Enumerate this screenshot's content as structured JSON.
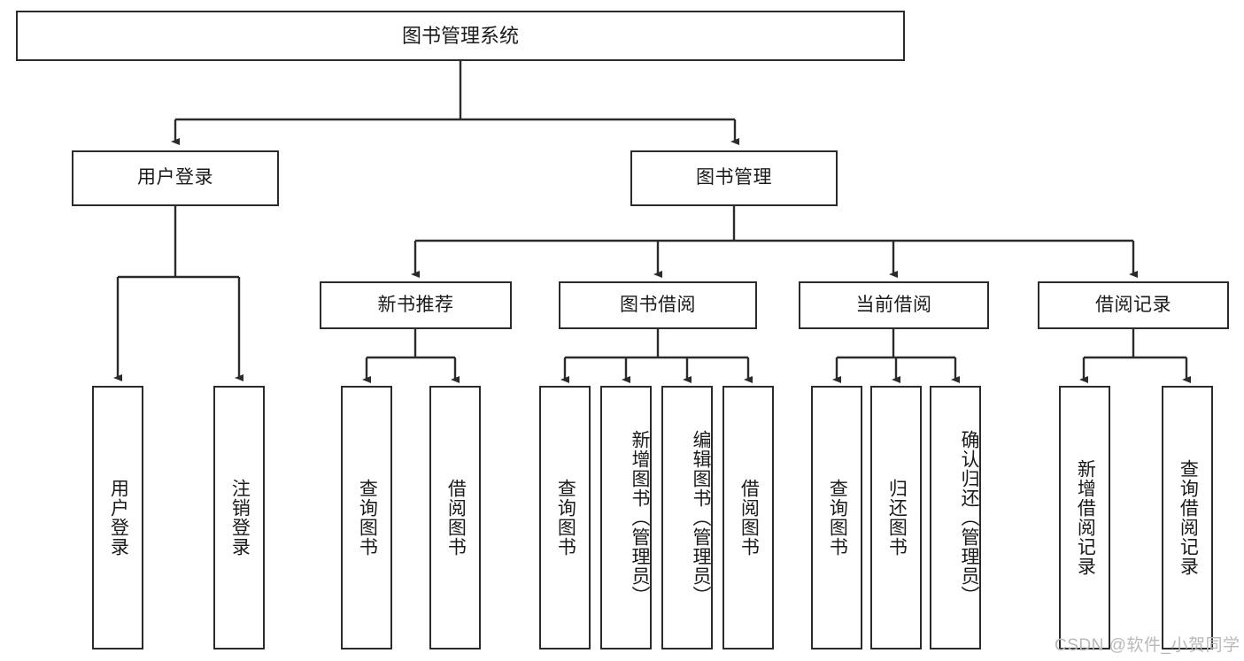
{
  "diagram": {
    "title": "图书管理系统",
    "type": "tree-hierarchy-diagram",
    "root": {
      "label": "图书管理系统",
      "id": "root"
    },
    "level2": [
      {
        "id": "user-login",
        "label": "用户登录"
      },
      {
        "id": "book-management",
        "label": "图书管理"
      }
    ],
    "level3": [
      {
        "id": "new-book-recommend",
        "label": "新书推荐",
        "parent": "book-management"
      },
      {
        "id": "book-borrow",
        "label": "图书借阅",
        "parent": "book-management"
      },
      {
        "id": "current-borrow",
        "label": "当前借阅",
        "parent": "book-management"
      },
      {
        "id": "borrow-record",
        "label": "借阅记录",
        "parent": "book-management"
      }
    ],
    "leaves": {
      "user_login": [
        {
          "id": "leaf-user-login",
          "label": "用户登录"
        },
        {
          "id": "leaf-logout-login",
          "label": "注销登录"
        }
      ],
      "new_book_recommend": [
        {
          "id": "leaf-query-book-1",
          "label": "查询图书"
        },
        {
          "id": "leaf-borrow-book-1",
          "label": "借阅图书"
        }
      ],
      "book_borrow": [
        {
          "id": "leaf-query-book-2",
          "label": "查询图书"
        },
        {
          "id": "leaf-add-book",
          "label": "新增图书（管理员）"
        },
        {
          "id": "leaf-edit-book",
          "label": "编辑图书（管理员）"
        },
        {
          "id": "leaf-borrow-book-2",
          "label": "借阅图书"
        }
      ],
      "current_borrow": [
        {
          "id": "leaf-query-book-3",
          "label": "查询图书"
        },
        {
          "id": "leaf-return-book",
          "label": "归还图书"
        },
        {
          "id": "leaf-confirm-return",
          "label": "确认归还（管理员）"
        }
      ],
      "borrow_record": [
        {
          "id": "leaf-add-record",
          "label": "新增借阅记录"
        },
        {
          "id": "leaf-query-record",
          "label": "查询借阅记录"
        }
      ]
    },
    "watermark": "CSDN @软件_小贺同学",
    "colors": {
      "stroke": "#2b2b2b",
      "fill": "#ffffff",
      "text": "#1a1a1a",
      "watermark": "#b9b9b9"
    }
  }
}
